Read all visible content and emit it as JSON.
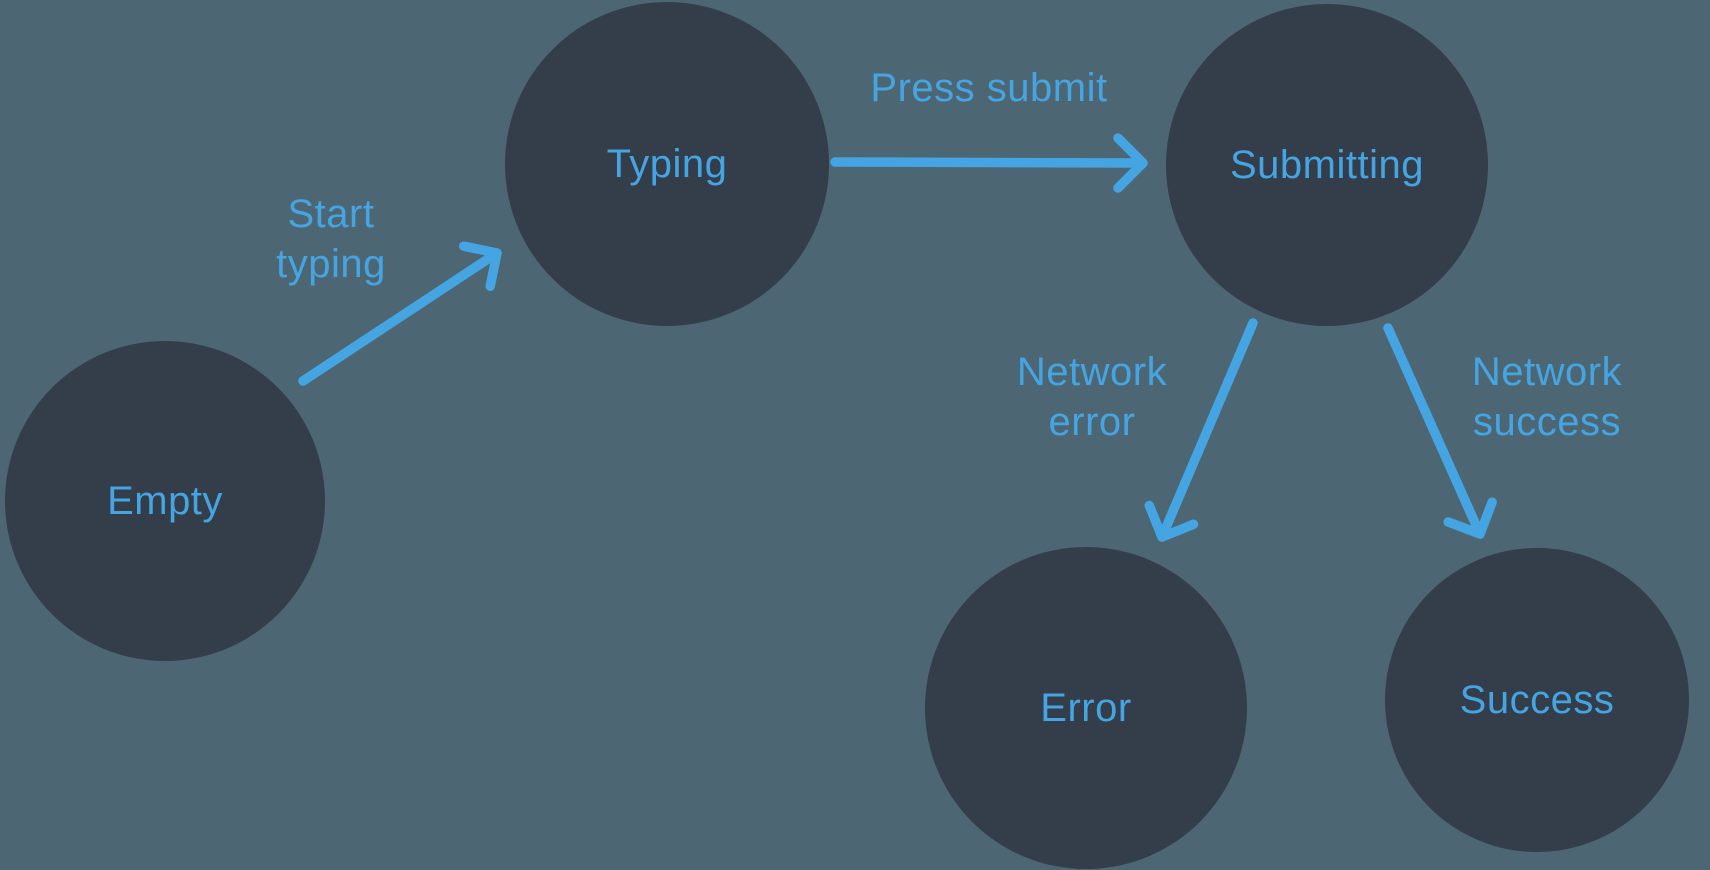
{
  "diagram_type": "state-machine",
  "colors": {
    "background": "#4d6673",
    "node_fill": "#343d4a",
    "accent": "#45a5e2"
  },
  "nodes": [
    {
      "id": "empty",
      "label": "Empty"
    },
    {
      "id": "typing",
      "label": "Typing"
    },
    {
      "id": "submitting",
      "label": "Submitting"
    },
    {
      "id": "error",
      "label": "Error"
    },
    {
      "id": "success",
      "label": "Success"
    }
  ],
  "edges": [
    {
      "id": "start-typing",
      "from": "empty",
      "to": "typing",
      "label": "Start\ntyping"
    },
    {
      "id": "press-submit",
      "from": "typing",
      "to": "submitting",
      "label": "Press submit"
    },
    {
      "id": "network-error",
      "from": "submitting",
      "to": "error",
      "label": "Network\nerror"
    },
    {
      "id": "network-success",
      "from": "submitting",
      "to": "success",
      "label": "Network\nsuccess"
    }
  ]
}
